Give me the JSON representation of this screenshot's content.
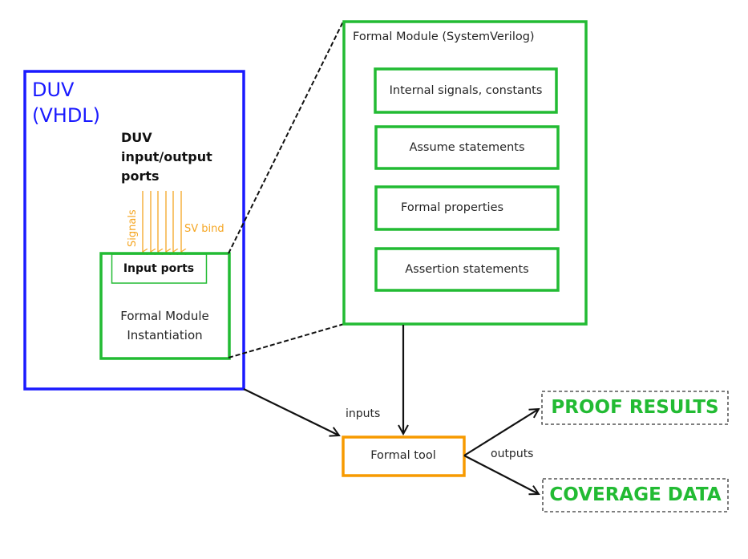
{
  "colors": {
    "duv_border": "#1a1aff",
    "module_border": "#22bb33",
    "tool_border": "#f79a00",
    "signal_color": "#f5a623",
    "result_text": "#22bb33",
    "line_color": "#111111"
  },
  "duv": {
    "title_line1": "DUV",
    "title_line2": "(VHDL)",
    "ports_line1": "DUV",
    "ports_line2": "input/output",
    "ports_line3": "ports",
    "signals_label": "Signals",
    "bind_label": "SV bind",
    "input_ports_label": "Input ports",
    "instantiation_line1": "Formal Module",
    "instantiation_line2": "Instantiation"
  },
  "formal_module": {
    "title": "Formal Module (SystemVerilog)",
    "items": [
      {
        "label": "Internal signals, constants"
      },
      {
        "label": "Assume statements"
      },
      {
        "label": "Formal properties"
      },
      {
        "label": "Assertion statements"
      }
    ]
  },
  "flow": {
    "inputs_label": "inputs",
    "tool_label": "Formal tool",
    "outputs_label": "outputs",
    "results": [
      {
        "label": "PROOF RESULTS"
      },
      {
        "label": "COVERAGE DATA"
      }
    ]
  }
}
